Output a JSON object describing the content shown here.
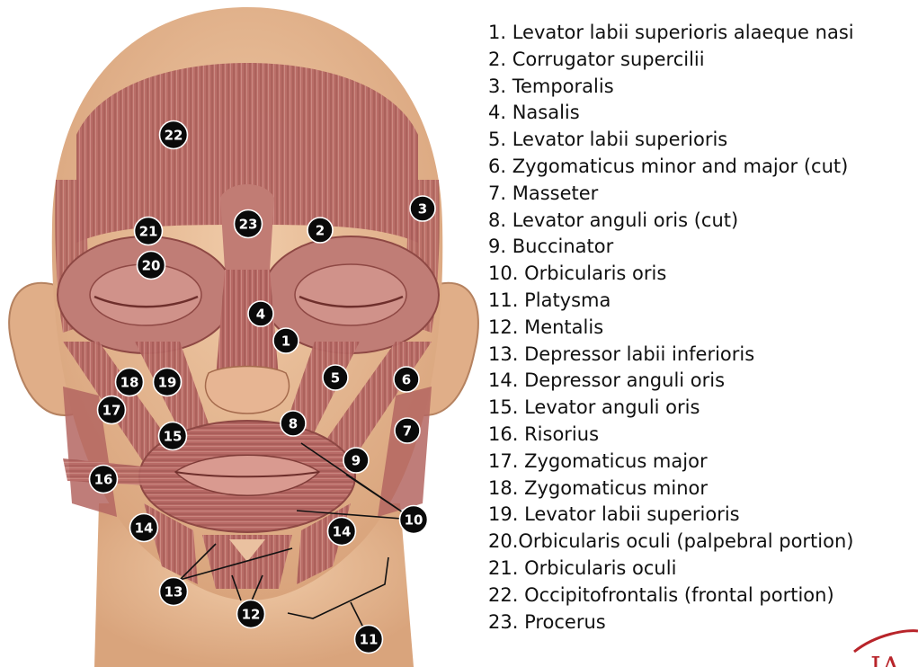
{
  "legend": [
    {
      "number": "1",
      "text": "1. Levator labii superioris alaeque nasi"
    },
    {
      "number": "2",
      "text": "2. Corrugator supercilii"
    },
    {
      "number": "3",
      "text": "3. Temporalis"
    },
    {
      "number": "4",
      "text": "4. Nasalis"
    },
    {
      "number": "5",
      "text": "5. Levator labii superioris"
    },
    {
      "number": "6",
      "text": "6. Zygomaticus minor and major (cut)"
    },
    {
      "number": "7",
      "text": "7.  Masseter"
    },
    {
      "number": "8",
      "text": "8. Levator anguli oris (cut)"
    },
    {
      "number": "9",
      "text": "9. Buccinator"
    },
    {
      "number": "10",
      "text": "10. Orbicularis oris"
    },
    {
      "number": "11",
      "text": "11. Platysma"
    },
    {
      "number": "12",
      "text": "12. Mentalis"
    },
    {
      "number": "13",
      "text": "13. Depressor labii inferioris"
    },
    {
      "number": "14",
      "text": "14. Depressor anguli oris"
    },
    {
      "number": "15",
      "text": "15. Levator anguli oris"
    },
    {
      "number": "16",
      "text": "16. Risorius"
    },
    {
      "number": "17",
      "text": "17. Zygomaticus major"
    },
    {
      "number": "18",
      "text": "18. Zygomaticus minor"
    },
    {
      "number": "19",
      "text": "19. Levator labii superioris"
    },
    {
      "number": "20",
      "text": "20.Orbicularis oculi (palpebral portion)"
    },
    {
      "number": "21",
      "text": "21. Orbicularis oculi"
    },
    {
      "number": "22",
      "text": "22. Occipitofrontalis (frontal portion)"
    },
    {
      "number": "23",
      "text": "23. Procerus"
    }
  ],
  "markers": [
    "22",
    "3",
    "21",
    "23",
    "2",
    "20",
    "4",
    "1",
    "18",
    "19",
    "5",
    "6",
    "17",
    "8",
    "7",
    "15",
    "9",
    "16",
    "10",
    "14",
    "14",
    "13",
    "12",
    "11"
  ],
  "logo_text": "IA",
  "colors": {
    "skin": "#e8bd97",
    "muscle": "#b86a66",
    "muscle_dark": "#8e4844",
    "muscle_light": "#d49a92",
    "marker_fill": "#0a0a0a",
    "marker_text": "#ffffff",
    "logo": "#b8242a"
  }
}
